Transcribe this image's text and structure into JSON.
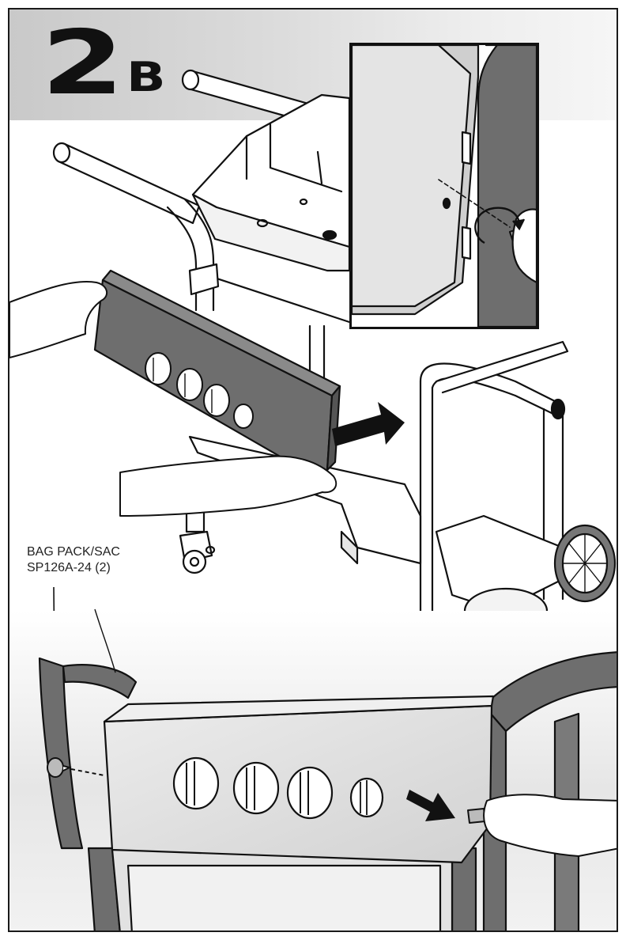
{
  "step": {
    "number": "2",
    "letter": "B"
  },
  "part_label": {
    "line1": "BAG PACK/SAC",
    "line2": "SP126A-24 (2)"
  },
  "colors": {
    "outline": "#111111",
    "panel_dark": "#6e6e6e",
    "panel_light": "#d8d8d8",
    "frame_dark": "#555555",
    "band": "#cfcfcf"
  },
  "icons": [
    "rotate-arrow-icon",
    "push-arrow-icon",
    "pull-arrow-icon",
    "knob-icon"
  ]
}
